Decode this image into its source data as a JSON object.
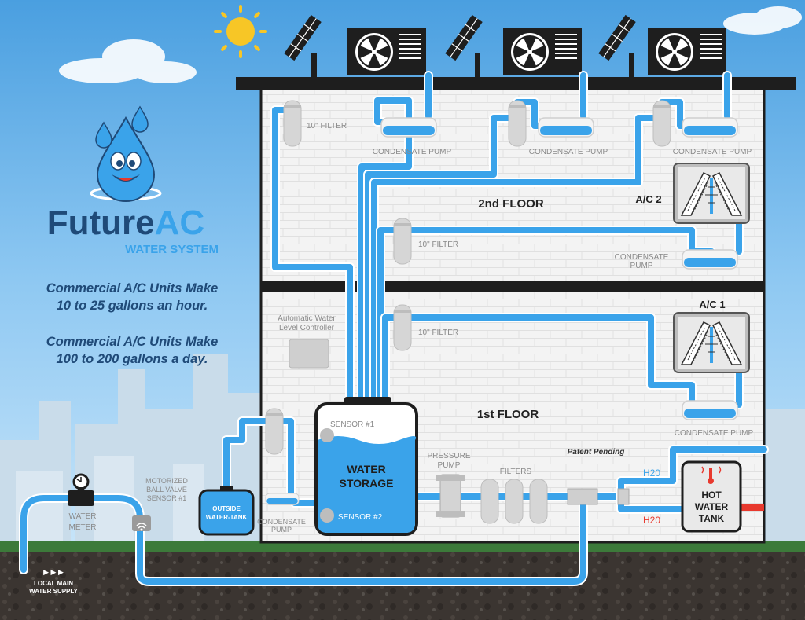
{
  "brand": {
    "name_part1": "Future",
    "name_part2": "AC",
    "subtitle": "WATER SYSTEM"
  },
  "taglines": [
    "Commercial A/C Units Make",
    "10 to 25 gallons an hour.",
    "Commercial A/C Units Make",
    "100 to 200 gallons a day."
  ],
  "floors": {
    "second": "2nd FLOOR",
    "first": "1st FLOOR"
  },
  "ac_units": {
    "ac2": "A/C 2",
    "ac1": "A/C 1"
  },
  "labels": {
    "filter": "10\" FILTER",
    "condensate_pump": "CONDENSATE PUMP",
    "condensate": "CONDENSATE",
    "pump": "PUMP",
    "auto_controller_1": "Automatic Water",
    "auto_controller_2": "Level Controller",
    "sensor1": "SENSOR #1",
    "sensor2": "SENSOR #2",
    "water_storage_1": "WATER",
    "water_storage_2": "STORAGE",
    "pressure_pump_1": "PRESSURE",
    "pressure_pump_2": "PUMP",
    "filters": "FILTERS",
    "patent": "Patent Pending",
    "h2o": "H20",
    "hot_1": "HOT",
    "hot_2": "WATER",
    "hot_3": "TANK",
    "water_meter_1": "WATER",
    "water_meter_2": "METER",
    "valve_1": "MOTORIZED",
    "valve_2": "BALL VALVE",
    "valve_3": "SENSOR #1",
    "outside_tank_1": "OUTSIDE",
    "outside_tank_2": "WATER-TANK",
    "local_main_1": "LOCAL MAIN",
    "local_main_2": "WATER SUPPLY",
    "arrows": "▶ ▶ ▶"
  },
  "colors": {
    "water_blue": "#3aa3ea",
    "navy": "#1f4a78",
    "dark": "#1e1e1e",
    "hot_red": "#e8392e",
    "ground_green": "#3c7a3a"
  }
}
